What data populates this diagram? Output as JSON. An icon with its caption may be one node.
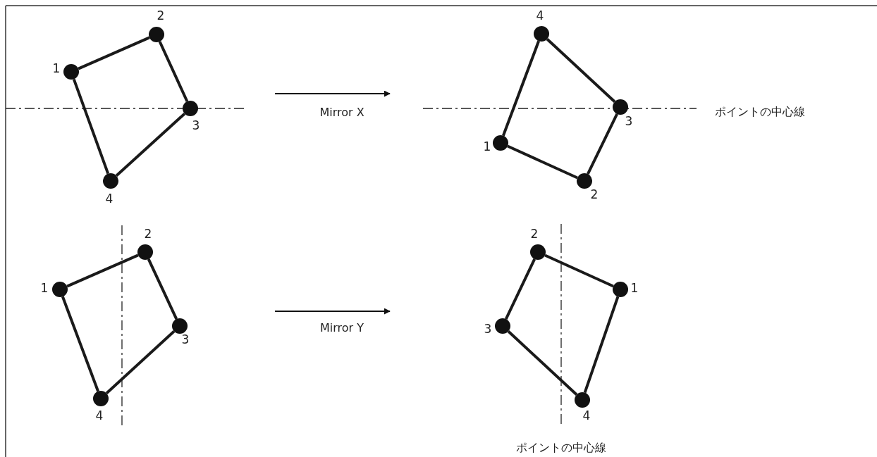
{
  "diagram": {
    "nodes": [
      {
        "text": [],
        "shape": "circle",
        "beside": [
          "1"
        ]
      },
      {
        "text": [],
        "shape": "circle",
        "beside": [
          "2"
        ]
      },
      {
        "text": [],
        "shape": "circle",
        "beside": [
          "3"
        ]
      },
      {
        "text": [],
        "shape": "circle",
        "beside": [
          "4"
        ]
      },
      {
        "text": [],
        "shape": "circle",
        "beside": [
          "4"
        ]
      },
      {
        "text": [],
        "shape": "circle",
        "beside": [
          "3"
        ]
      },
      {
        "text": [],
        "shape": "circle",
        "beside": [
          "1"
        ]
      },
      {
        "text": [],
        "shape": "circle",
        "beside": [
          "2"
        ]
      },
      {
        "text": [],
        "shape": "circle",
        "beside": [
          "2"
        ]
      },
      {
        "text": [],
        "shape": "circle",
        "beside": [
          "1"
        ]
      },
      {
        "text": [],
        "shape": "circle",
        "beside": [
          "3"
        ]
      },
      {
        "text": [],
        "shape": "circle",
        "beside": [
          "4"
        ]
      },
      {
        "text": [],
        "shape": "circle",
        "beside": [
          "2"
        ]
      },
      {
        "text": [],
        "shape": "circle",
        "beside": [
          "1"
        ]
      },
      {
        "text": [],
        "shape": "circle",
        "beside": [
          "3"
        ]
      },
      {
        "text": [],
        "shape": "circle",
        "beside": [
          "4"
        ]
      }
    ],
    "edges": [
      {
        "from": 0,
        "to": 1,
        "arrow": "none"
      },
      {
        "from": 1,
        "to": 2,
        "arrow": "none"
      },
      {
        "from": 2,
        "to": 3,
        "arrow": "none"
      },
      {
        "from": 3,
        "to": 0,
        "arrow": "none"
      },
      {
        "from": 4,
        "to": 5,
        "arrow": "none"
      },
      {
        "from": 5,
        "to": 7,
        "arrow": "none"
      },
      {
        "from": 7,
        "to": 6,
        "arrow": "none"
      },
      {
        "from": 6,
        "to": 4,
        "arrow": "none"
      },
      {
        "from": 8,
        "to": 9,
        "arrow": "none"
      },
      {
        "from": 9,
        "to": 11,
        "arrow": "none"
      },
      {
        "from": 11,
        "to": 10,
        "arrow": "none"
      },
      {
        "from": 10,
        "to": 8,
        "arrow": "none"
      },
      {
        "from": 12,
        "to": 13,
        "arrow": "none"
      },
      {
        "from": 13,
        "to": 15,
        "arrow": "none"
      },
      {
        "from": 15,
        "to": 14,
        "arrow": "none"
      },
      {
        "from": 14,
        "to": 12,
        "arrow": "none"
      }
    ],
    "labels": [
      "Mirror X",
      "ポイントの中心線",
      "Mirror Y",
      "ポイントの中心線"
    ]
  }
}
